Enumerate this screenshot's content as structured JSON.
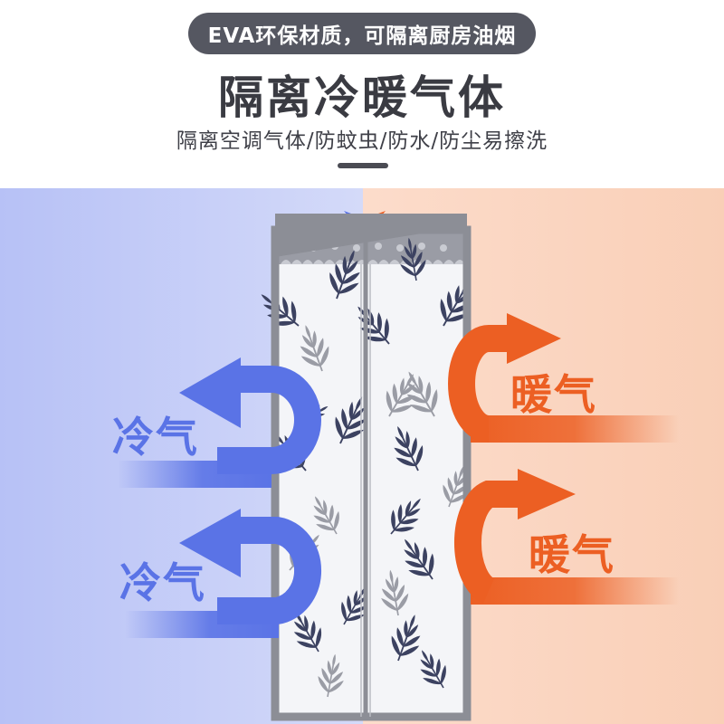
{
  "banner": {
    "pill_text": "EVA环保材质，可隔离厨房油烟",
    "headline": "隔离冷暖气体",
    "subheadline": "隔离空调气体/防蚊虫/防水/防尘易擦洗"
  },
  "labels": {
    "cold_top": "冷气",
    "cold_bottom": "冷气",
    "warm_top": "暖气",
    "warm_bottom": "暖气"
  },
  "colors": {
    "cold_background": "#c3cbf8",
    "warm_background": "#fad9c6",
    "cold_arrow": "#5a73e6",
    "warm_arrow": "#ec5f23",
    "curtain_frame": "#8c8e96",
    "text_dark": "#3a3b42"
  },
  "icons": {
    "arrows_meeting": "magnet-closure-icon",
    "curtain_pattern": "leaf-pattern"
  }
}
